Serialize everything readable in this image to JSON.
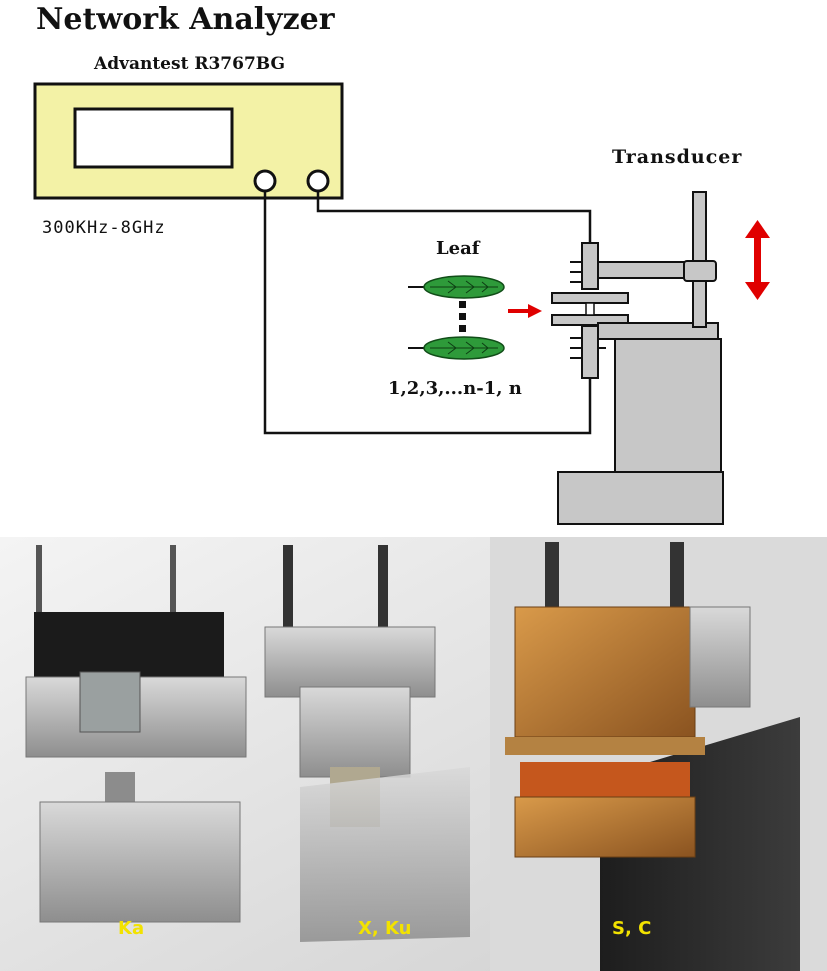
{
  "diagram": {
    "title": "Network Analyzer",
    "subtitle": "Advantest R3767BG",
    "frequency_range": "300KHz-8GHz",
    "transducer_label": "Transducer",
    "leaf_label": "Leaf",
    "leaf_sequence": "1,2,3,...n-1, n"
  },
  "photos": {
    "labels": [
      "Ka",
      "X, Ku",
      "S, C"
    ]
  },
  "colors": {
    "analyzer_body": "#f3f2a6",
    "leaf_green": "#2e9a3a",
    "arrow_red": "#e00000",
    "fixture_grey": "#c7c7c7"
  }
}
